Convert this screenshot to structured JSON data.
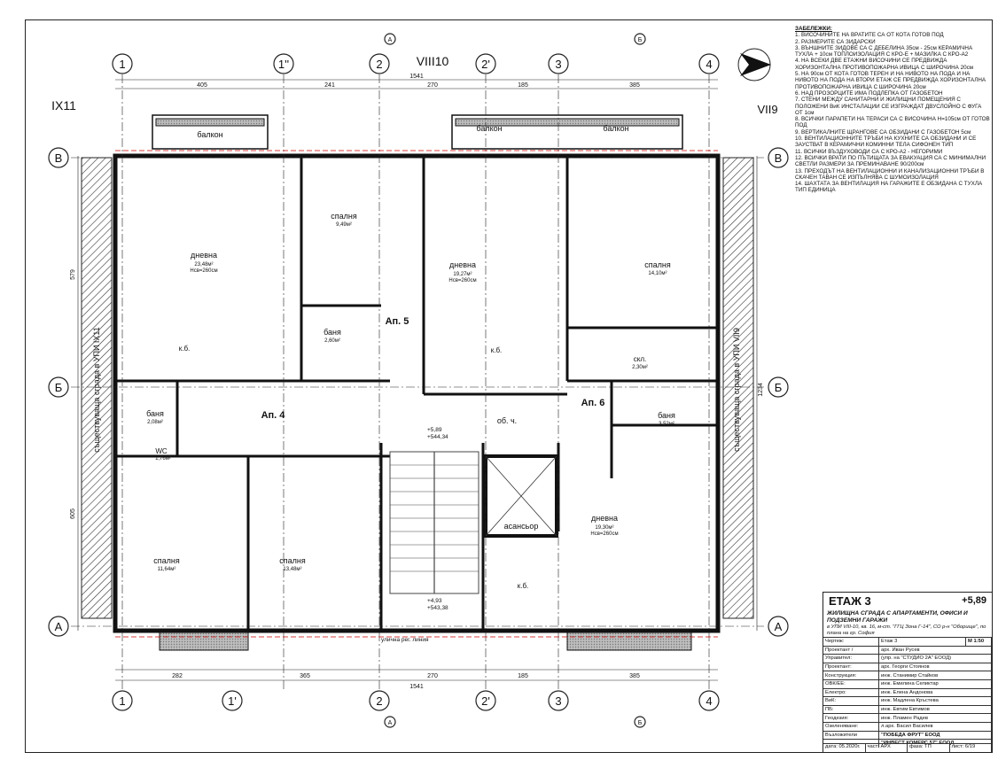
{
  "sheet": {
    "levels": {
      "plan": "VIII10",
      "left": "IX11",
      "right": "VII9"
    },
    "axes_letters": [
      "В",
      "Б",
      "А"
    ],
    "axes_top": [
      "1",
      "1''",
      "2",
      "2'",
      "3",
      "4"
    ],
    "axes_bottom": [
      "1",
      "1'",
      "2",
      "2'",
      "3",
      "4"
    ],
    "section_marks": [
      "А",
      "Б"
    ],
    "dims_top": [
      "405",
      "241",
      "270",
      "185",
      "385"
    ],
    "dims_bottom": [
      "282",
      "365",
      "270",
      "185",
      "385"
    ],
    "total": "1541",
    "dims_side": [
      "579",
      "1234",
      "605"
    ]
  },
  "rooms": [
    {
      "name": "дневна",
      "area": "23,48м²",
      "h": "Нсв=260см"
    },
    {
      "name": "спалня",
      "area": "9,49м²"
    },
    {
      "name": "дневна",
      "area": "19,27м²",
      "h": "Нсв=260см"
    },
    {
      "name": "спалня",
      "area": "14,10м²"
    },
    {
      "name": "баня",
      "area": "2,60м²"
    },
    {
      "name": "баня",
      "area": "2,08м²"
    },
    {
      "name": "WC",
      "area": "1,76м²"
    },
    {
      "name": "скл.",
      "area": "2,30м²"
    },
    {
      "name": "баня",
      "area": "3,52м²"
    },
    {
      "name": "спалня",
      "area": "11,64м²"
    },
    {
      "name": "спалня",
      "area": "13,48м²"
    },
    {
      "name": "дневна",
      "area": "19,30м²",
      "h": "Нсв=260см"
    }
  ],
  "labels": {
    "balcony": "балкон",
    "kitchen": "к.б.",
    "corridor": "об. ч.",
    "elevator": "асансьор",
    "ap4": "Ап. 4",
    "ap5": "Ап. 5",
    "ap6": "Ап. 6",
    "elev1": "+5,89",
    "elev1b": "+544,34",
    "elev2": "+4,93",
    "elev2b": "+543,38",
    "street": "улична рег. линия",
    "existing_left": "съществуваща сграда в УПИ IX11",
    "existing_right": "съществуваща сграда в УПИ VII9"
  },
  "notes": {
    "heading": "ЗАБЕЛЕЖКИ:",
    "items": [
      "1. ВИСОЧИНИТЕ НА ВРАТИТЕ СА ОТ КОТА ГОТОВ ПОД",
      "2. РАЗМЕРИТЕ СА ЗИДАРСКИ",
      "3. ВЪНШНИТЕ ЗИДОВЕ СА С ДЕБЕЛИНА 35см - 25см КЕРАМИЧНА ТУХЛА + 10см ТОПЛОИЗОЛАЦИЯ С КРО-Е + МАЗИЛКА С КРО-А2",
      "4. НА ВСЕКИ ДВЕ ЕТАЖНИ ВИСОЧИНИ СЕ ПРЕДВИЖДА ХОРИЗОНТАЛНА ПРОТИВОПОЖАРНА ИВИЦА С ШИРОЧИНА 20см",
      "5. НА 90см ОТ КОТА ГОТОВ ТЕРЕН И НА НИВОТО НА ПОДА И НА НИВОТО НА ПОДА НА ВТОРИ ЕТАЖ СЕ ПРЕДВИЖДА ХОРИЗОНТАЛНА ПРОТИВОПОЖАРНА ИВИЦА С ШИРОЧИНА 20см",
      "6. НАД ПРОЗОРЦИТЕ ИМА ПОДЛЕПКА ОТ ГАЗОБЕТОН",
      "7. СТЕНИ МЕЖДУ САНИТАРНИ И ЖИЛИЩНИ ПОМЕЩЕНИЯ С ПОЛОЖЕНИ ВиК ИНСТАЛАЦИИ СЕ ИЗГРАЖДАТ ДВУСЛОЙНО С ФУГА ОТ 1см",
      "8. ВСИЧКИ ПАРАПЕТИ НА ТЕРАСИ СА С ВИСОЧИНА Н=105см ОТ ГОТОВ ПОД",
      "9. ВЕРТИКАЛНИТЕ ЩРАНГОВЕ СА ОБЗИДАНИ С ГАЗОБЕТОН 5см",
      "10. ВЕНТИЛАЦИОННИТЕ ТРЪБИ НА КУХНИТЕ СА ОБЗИДАНИ И СЕ ЗАУСТВАТ В КЕРАМИЧНИ КОМИННИ ТЕЛА СИФОНЕН ТИП",
      "11. ВСИЧКИ ВЪЗДУХОВОДИ СА С КРО-А2 - НЕГОРИМИ",
      "12. ВСИЧКИ ВРАТИ ПО ПЪТИЩАТА ЗА ЕВАКУАЦИЯ СА С МИНИМАЛНИ СВЕТЛИ РАЗМЕРИ ЗА ПРЕМИНАВАНЕ 90/200см",
      "13. ПРЕХОДЪТ НА ВЕНТИЛАЦИОННИ И КАНАЛИЗАЦИОННИ ТРЪБИ В СКАЧЕН ТАВАН СЕ ИЗПЪЛНЯВА С ШУМОИЗОЛАЦИЯ",
      "14. ШАХТАТА ЗА ВЕНТИЛАЦИЯ НА ГАРАЖИТЕ Е ОБЗИДАНА С ТУХЛА ТИП ЕДИНИЦА"
    ]
  },
  "titleblock": {
    "title": "ЕТАЖ 3",
    "level": "+5,89",
    "project": "ЖИЛИЩНА СГРАДА С АПАРТАМЕНТИ, ОФИСИ И ПОДЗЕМНИ ГАРАЖИ",
    "location": "в УПИ VIII-10, кв. 16, м-ст. \"ГГЦ Зона Г-14\", СО р-н \"Оборище\", по плана на гр. София",
    "rows": [
      [
        "Чертеж:",
        "Етаж 3",
        "М 1:50"
      ],
      [
        "Проектант /",
        "арх. Иван Русев",
        ""
      ],
      [
        "Управител:",
        "(упр. на \"СТУДИО 2А\" ЕООД)",
        ""
      ],
      [
        "Проектант:",
        "арх. Георги Стоянов",
        ""
      ],
      [
        "Конструкция:",
        "инж. Станимир Стайков",
        ""
      ],
      [
        "ОВК/ЕЕ:",
        "инж. Емилина Селиктар",
        ""
      ],
      [
        "Електро:",
        "инж. Елена Андонова",
        ""
      ],
      [
        "ВиК:",
        "инж. Мадлена Кръстева",
        ""
      ],
      [
        "ПБ:",
        "инж. Евтим Евтимов",
        ""
      ],
      [
        "Геодезия:",
        "инж. Пламен Радев",
        ""
      ],
      [
        "Озеленяване:",
        "л.арх. Васил Василев",
        ""
      ],
      [
        "Възложители",
        "\"ПОБЕДА ФРУТ\" ЕООД",
        ""
      ],
      [
        "",
        "\"ИНВЕСТ КОМЕРС 57\" ЕООД",
        ""
      ]
    ],
    "footer": [
      "дата: 05.2020г.",
      "част: АРХ",
      "фаза: ТП",
      "лист: 6/19"
    ]
  }
}
